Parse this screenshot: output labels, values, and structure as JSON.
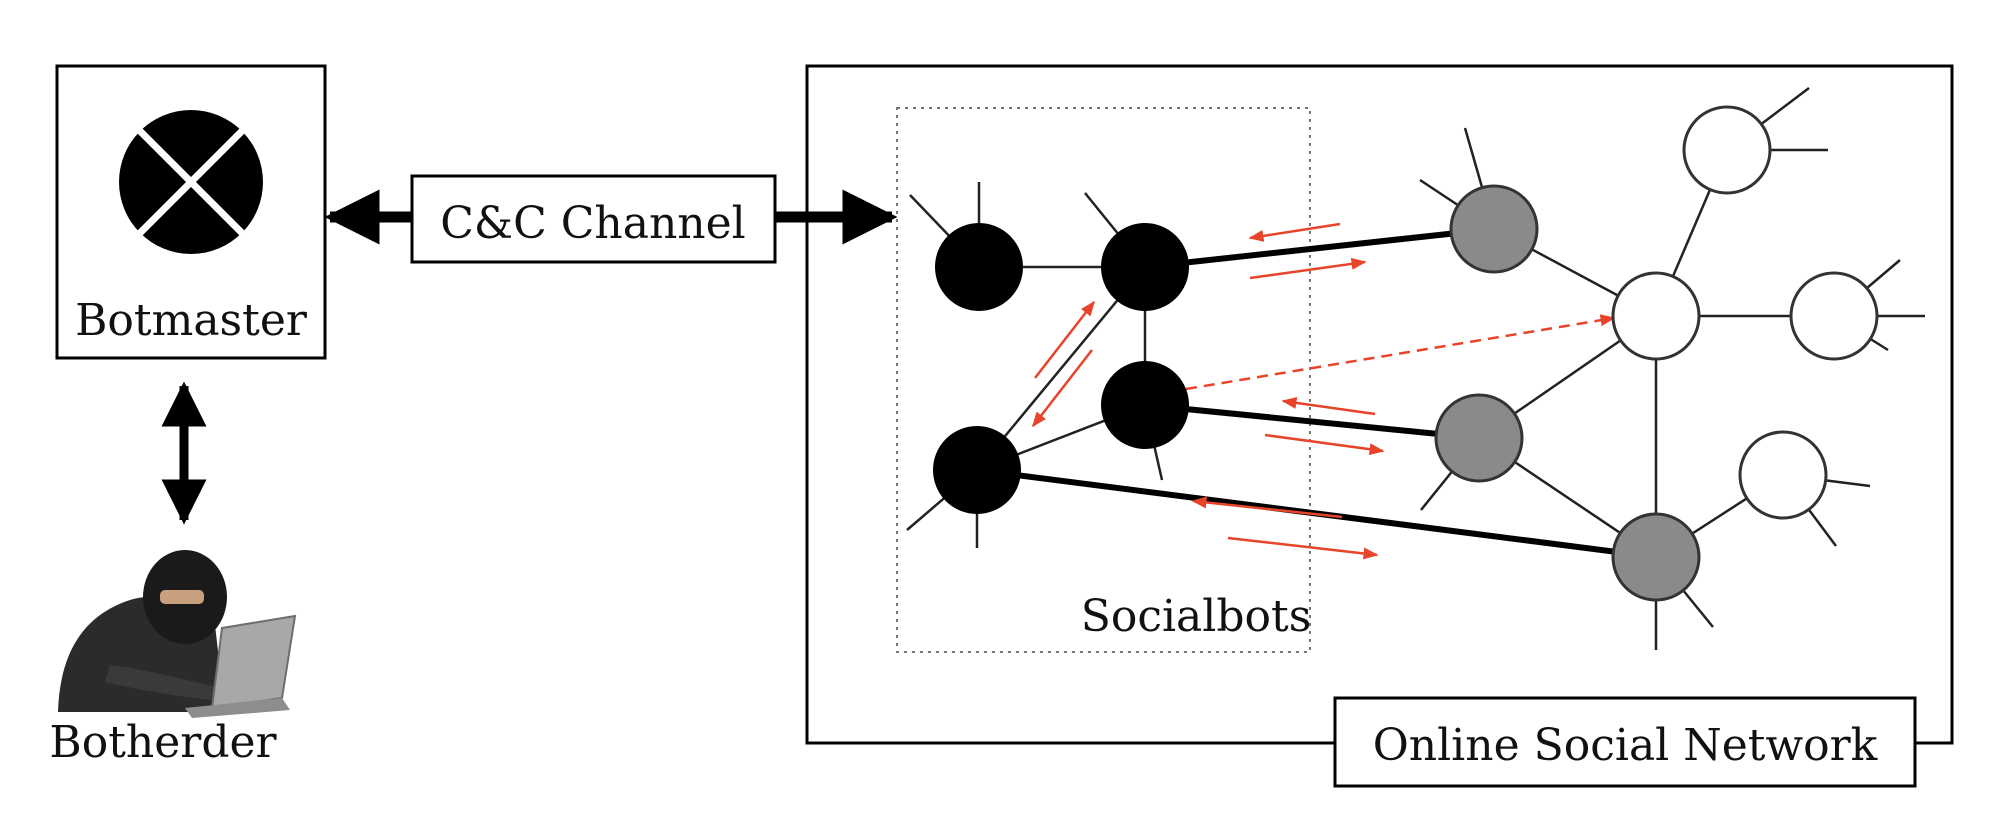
{
  "domain": "Diagram",
  "labels": {
    "botmaster": "Botmaster",
    "cc_channel": "C&C Channel",
    "socialbots": "Socialbots",
    "botherder": "Botherder",
    "online_social_network": "Online Social Network"
  },
  "colors": {
    "socialbot_node": "#000000",
    "compromised_node": "#8a8a8a",
    "legit_node": "#ffffff",
    "traffic_arrow": "#e8442a",
    "edge": "#222222"
  },
  "icons": {
    "botmaster": "crossed-circle-icon",
    "botherder": "hooded-hacker-with-laptop"
  }
}
